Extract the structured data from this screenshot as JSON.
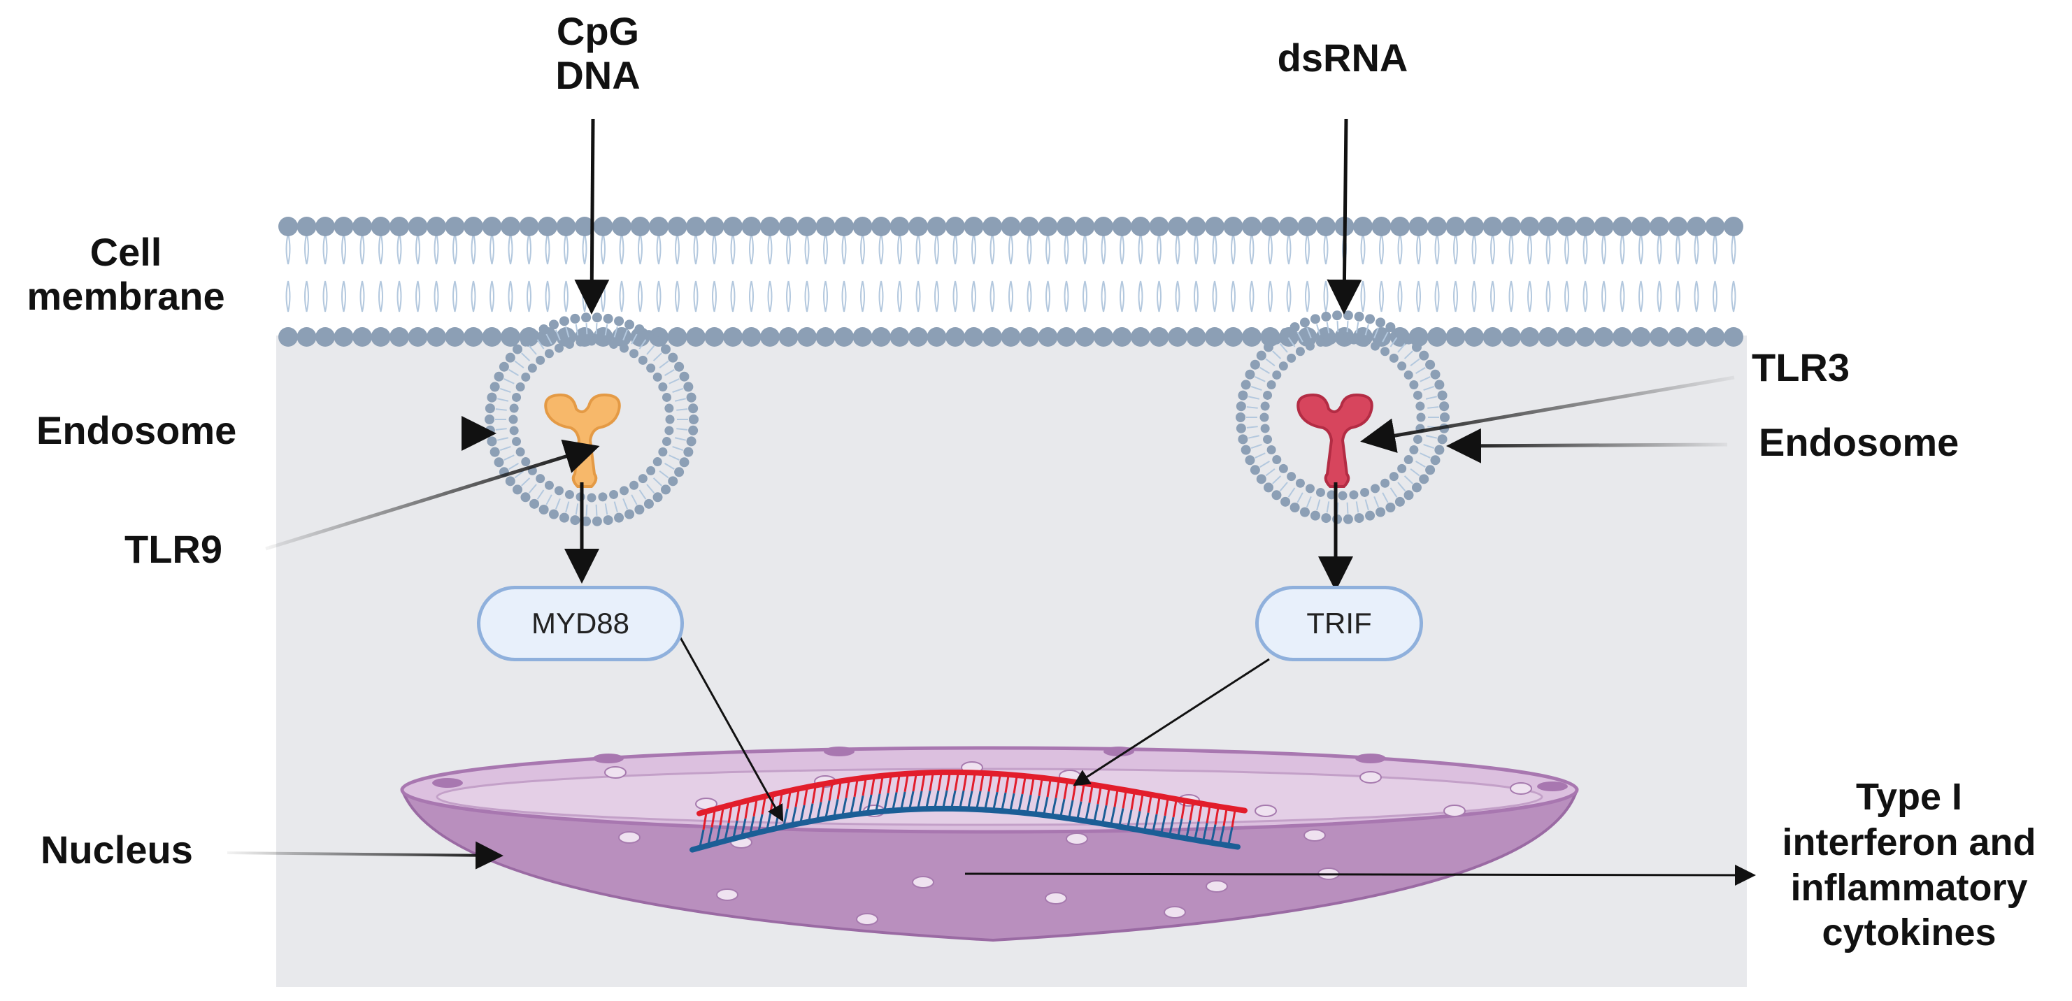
{
  "labels": {
    "cpg_dna": "CpG\nDNA",
    "dsrna": "dsRNA",
    "cell_membrane": "Cell\nmembrane",
    "endosome_left": "Endosome",
    "endosome_right": "Endosome",
    "tlr9": "TLR9",
    "tlr3": "TLR3",
    "nucleus": "Nucleus",
    "output": "Type I\ninterferon and\ninflammatory\ncytokines"
  },
  "adaptors": {
    "myd88": "MYD88",
    "trif": "TRIF"
  },
  "colors": {
    "membrane_head": "#8c9fb5",
    "membrane_tail": "#b3c8de",
    "cytoplasm": "#e8e9ec",
    "tlr9": "#f7b86a",
    "tlr3": "#d7455d",
    "nucleus": "#c9a3ce",
    "dna_red": "#e21d2b",
    "dna_blue": "#1b5e96",
    "adaptor_fill": "#e8f0fb",
    "adaptor_border": "#8fb0dc"
  }
}
